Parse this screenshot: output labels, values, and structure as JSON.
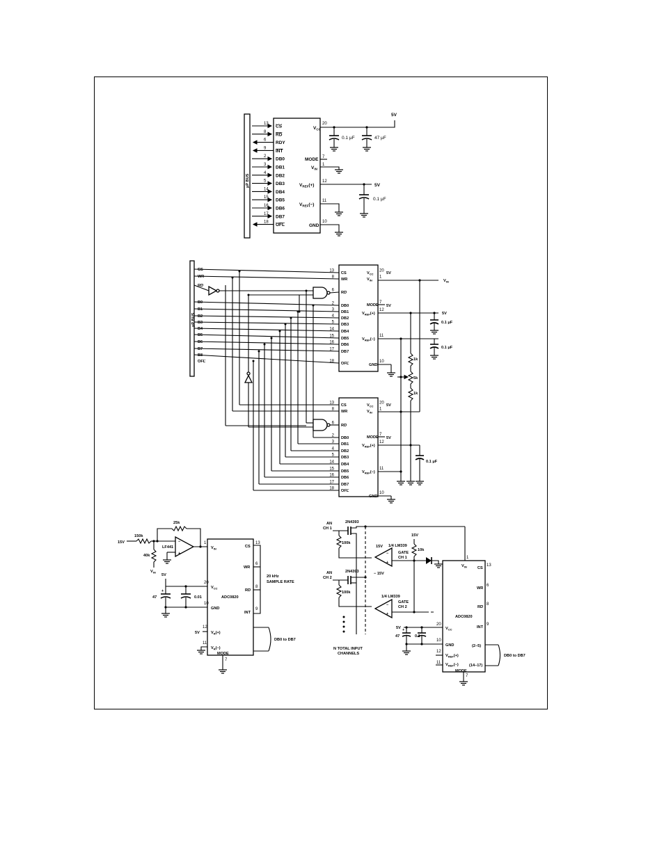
{
  "circuit1": {
    "bus_label": "μP BUS",
    "vcc_label": "V",
    "vcc_sub": "CC",
    "supply": "5V",
    "c1": "0.1 μF",
    "c2": "47 μF",
    "vref_supply": "5V",
    "c3": "0.1 μF",
    "pins": [
      {
        "num": "13",
        "name": "CS"
      },
      {
        "num": "8",
        "name": "RD"
      },
      {
        "num": "6",
        "name": "RDY"
      },
      {
        "num": "9",
        "name": "INT"
      },
      {
        "num": "2",
        "name": "DB0"
      },
      {
        "num": "3",
        "name": "DB1"
      },
      {
        "num": "4",
        "name": "DB2"
      },
      {
        "num": "5",
        "name": "DB3"
      },
      {
        "num": "14",
        "name": "DB4"
      },
      {
        "num": "15",
        "name": "DB5"
      },
      {
        "num": "16",
        "name": "DB6"
      },
      {
        "num": "17",
        "name": "DB7"
      },
      {
        "num": "18",
        "name": "OFL"
      }
    ],
    "right_pins": {
      "vcc": "20",
      "mode": "7",
      "mode_label": "MODE",
      "vin": "1",
      "vin_label": "V",
      "vin_sub": "IN",
      "vrefp": "12",
      "vrefp_label": "V",
      "vrefp_sub": "REF",
      "vrefp_suffix": "(+)",
      "vrefm": "11",
      "vrefm_label": "V",
      "vrefm_sub": "REF",
      "vrefm_suffix": "(−)",
      "gnd": "10",
      "gnd_label": "GND"
    }
  },
  "circuit2": {
    "bus_label": "μP BUS",
    "bus_lines": [
      "CS",
      "WR",
      "RD",
      "B0",
      "B1",
      "B2",
      "B3",
      "B4",
      "B5",
      "B6",
      "B7",
      "B8",
      "OFL"
    ],
    "vin_label": "V",
    "vin_sub": "IN",
    "supply": "5V",
    "c1": "0.1 μF",
    "c2": "0.1 μF",
    "c3": "0.1 μF",
    "r1": "1k",
    "r2": "5k",
    "r3": "1k",
    "chip_left": [
      {
        "num": "13",
        "name": "CS"
      },
      {
        "num": "8",
        "name": "WR"
      },
      {
        "num": "6",
        "name": "RD"
      },
      {
        "num": "2",
        "name": "DB0"
      },
      {
        "num": "3",
        "name": "DB1"
      },
      {
        "num": "4",
        "name": "DB2"
      },
      {
        "num": "5",
        "name": "DB3"
      },
      {
        "num": "14",
        "name": "DB4"
      },
      {
        "num": "15",
        "name": "DB5"
      },
      {
        "num": "16",
        "name": "DB6"
      },
      {
        "num": "17",
        "name": "DB7"
      },
      {
        "num": "18",
        "name": "OFL"
      }
    ],
    "chip_right": {
      "vcc": "V",
      "vcc_sub": "CC",
      "vcc_num": "20",
      "vin": "V",
      "vin_sub": "IN",
      "vin_num": "1",
      "mode": "MODE",
      "mode_num": "7",
      "vrefp": "V",
      "vrefp_sub": "REF",
      "vrefp_suffix": "(+)",
      "vrefp_num": "12",
      "vrefm": "V",
      "vrefm_sub": "REF",
      "vrefm_suffix": "(−)",
      "vrefm_num": "11",
      "gnd": "GND",
      "gnd_num": "10",
      "mode_b": "MODE"
    },
    "five_v": "5V"
  },
  "circuit3": {
    "supply": "15V",
    "r_in": "150k",
    "r_fb": "25k",
    "r_bias": "40k",
    "opamp": "LF441",
    "vin": "V",
    "vin_sub": "IN",
    "chip": "ADC0820",
    "five_v": "5V",
    "c_bulk": "47",
    "c_dec": "0.01",
    "sample_rate_1": "20 kHz",
    "sample_rate_2": "SAMPLE RATE",
    "bus_out": "DB0 to DB7",
    "mode_label": "MODE",
    "pins": {
      "vin": "1",
      "cs": "13",
      "wr": "6",
      "rd": "8",
      "int": "9",
      "vcc": "20",
      "gnd": "10",
      "vrefp": "12",
      "vrefm": "11",
      "mode": "7"
    },
    "pin_names": {
      "cs": "CS",
      "wr": "WR",
      "rd": "RD",
      "int": "INT",
      "vcc": "V",
      "vcc_sub": "CC",
      "gnd": "GND",
      "vrefp": "V",
      "vrefp_sub": "R",
      "vrefp_suffix": "(+)",
      "vrefm": "V",
      "vrefm_sub": "R",
      "vrefm_suffix": "(−)"
    }
  },
  "circuit4": {
    "ch1_label_1": "AN",
    "ch1_label_2": "CH 1",
    "ch2_label_1": "AN",
    "ch2_label_2": "CH 2",
    "fet1": "2N4393",
    "fet2": "2N4393",
    "r_ch1": "100k",
    "r_ch2": "100k",
    "comp1": "1/4 LM339",
    "comp2": "1/4 LM339",
    "gate1_1": "GATE",
    "gate1_2": "CH 1",
    "gate2_1": "GATE",
    "gate2_2": "CH 2",
    "plus15": "15V",
    "minus15": "− 15V",
    "pull15": "15V",
    "r_pull": "10k",
    "n_inputs_1": "N TOTAL INPUT",
    "n_inputs_2": "CHANNELS",
    "chip": "ADC0820",
    "five_v": "5V",
    "c_bulk": "47",
    "c_dec": "0.1",
    "bus_out": "DB0 to DB7",
    "mode_label": "MODE",
    "bus_range_1": "(2–5)",
    "bus_range_2": "(14–17)",
    "pins": {
      "vin": "1",
      "cs": "13",
      "wr": "6",
      "rd": "8",
      "int": "9",
      "vcc": "20",
      "gnd": "10",
      "vrefp": "12",
      "vrefm": "11",
      "mode": "7"
    },
    "pin_names": {
      "vin": "V",
      "vin_sub": "IN",
      "cs": "CS",
      "wr": "WR",
      "rd": "RD",
      "int": "INT",
      "vcc": "V",
      "vcc_sub": "CC",
      "gnd": "GND",
      "vrefp": "V",
      "vrefp_sub": "REF",
      "vrefp_suffix": "(+)",
      "vrefm": "V",
      "vrefm_sub": "REF",
      "vrefm_suffix": "(−)"
    }
  }
}
